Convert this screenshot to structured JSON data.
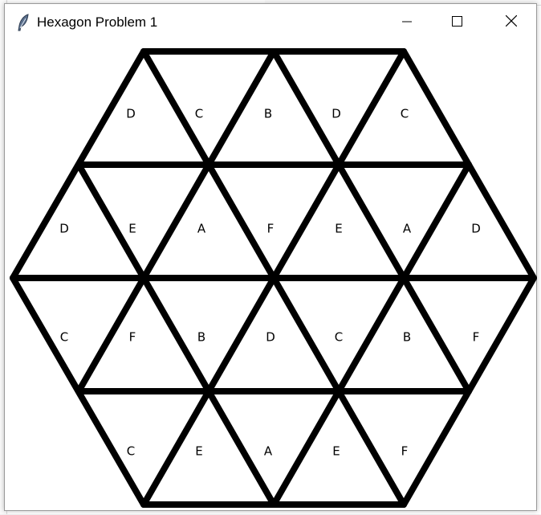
{
  "window": {
    "title": "Hexagon Problem 1",
    "icon": "feather-icon",
    "controls": [
      "minimize-icon",
      "maximize-icon",
      "close-icon"
    ]
  },
  "board": {
    "rows": [
      [
        "D",
        "C",
        "B",
        "D",
        "C"
      ],
      [
        "D",
        "E",
        "A",
        "F",
        "E",
        "A",
        "D"
      ],
      [
        "C",
        "F",
        "B",
        "D",
        "C",
        "B",
        "F"
      ],
      [
        "C",
        "E",
        "A",
        "E",
        "F"
      ]
    ]
  },
  "colors": {
    "line": "#000000",
    "background": "#ffffff"
  }
}
